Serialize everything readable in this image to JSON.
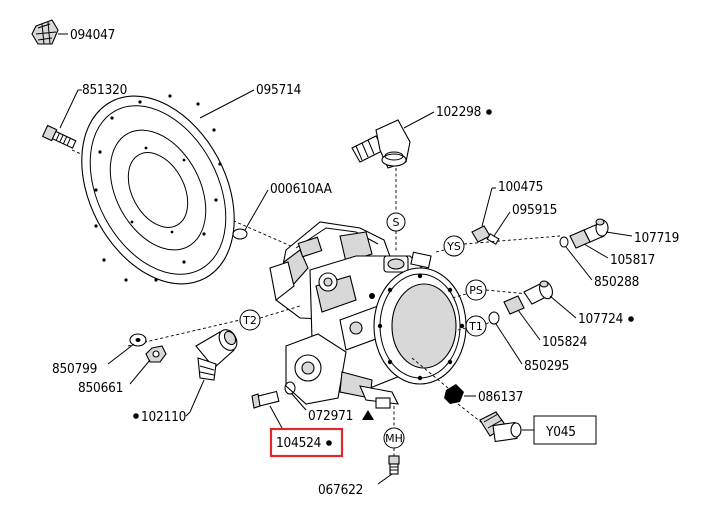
{
  "parts": {
    "p094047": "094047",
    "p851320": "851320",
    "p095714": "095714",
    "p102298": "102298",
    "p000610AA": "000610AA",
    "p100475": "100475",
    "p095915": "095915",
    "p107719": "107719",
    "p105817": "105817",
    "p850288": "850288",
    "p107724": "107724",
    "p105824": "105824",
    "p850295": "850295",
    "p850799": "850799",
    "p850661": "850661",
    "p102110": "102110",
    "p072971": "072971",
    "p104524": "104524",
    "p086137": "086137",
    "p067622": "067622",
    "pY045": "Y045"
  },
  "ports": {
    "s": "S",
    "ys": "YS",
    "ps": "PS",
    "t1": "T1",
    "t2": "T2",
    "mh": "MH"
  },
  "highlight_color": "#e0282d"
}
